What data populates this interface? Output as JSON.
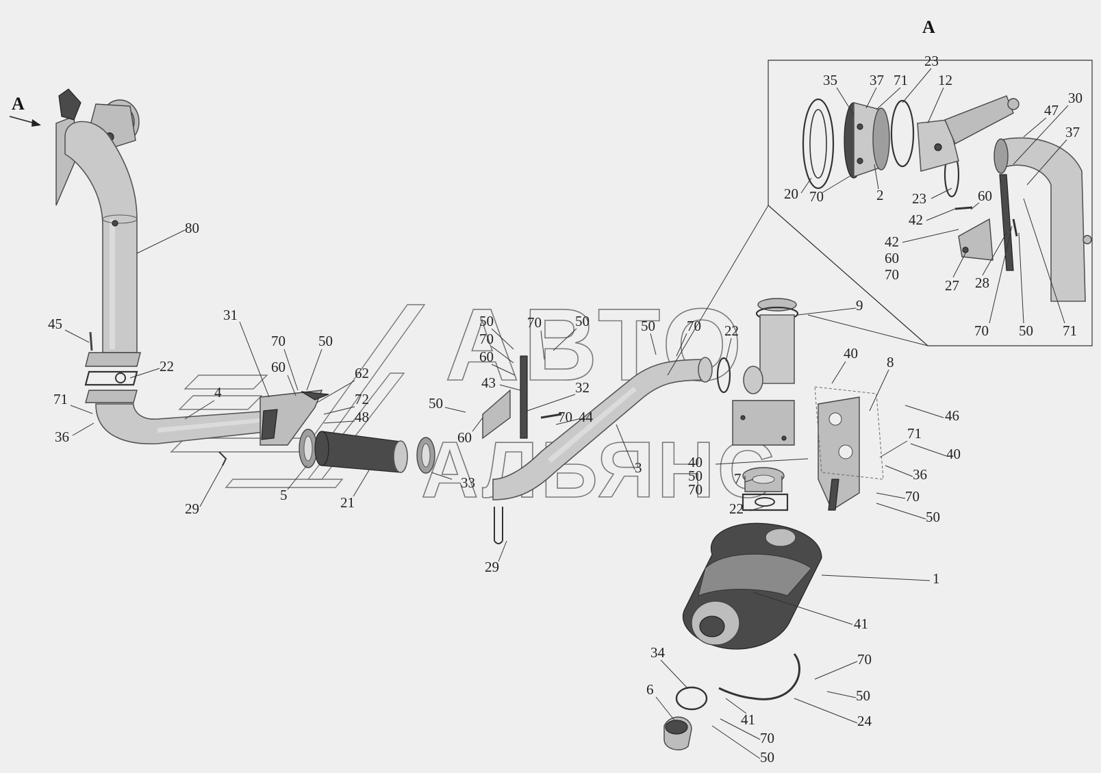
{
  "view_label": "А",
  "inset_title": "А",
  "watermark": {
    "line1": "АВТО",
    "line2": "АЛЬЯНС"
  },
  "labels": {
    "l80": "80",
    "l45": "45",
    "l22a": "22",
    "l71a": "71",
    "l36a": "36",
    "l31": "31",
    "l4": "4",
    "l70a": "70",
    "l50a": "50",
    "l60a": "60",
    "l62": "62",
    "l72": "72",
    "l48": "48",
    "l29a": "29",
    "l5": "5",
    "l21": "21",
    "l50b": "50",
    "l70b": "70",
    "l60b": "60",
    "l43": "43",
    "l50c": "50",
    "l60c": "60",
    "l33": "33",
    "l70c": "70",
    "l50d": "50",
    "l32": "32",
    "l70d": "70",
    "l44": "44",
    "l29b": "29",
    "l50e": "50",
    "l70e": "70",
    "l22b": "22",
    "l9": "9",
    "l3": "3",
    "l40a": "40",
    "l8": "8",
    "l46": "46",
    "l71b": "71",
    "l40b": "40",
    "l40c": "40",
    "l50f": "50",
    "l70f": "70",
    "l7": "7",
    "l36b": "36",
    "l70g": "70",
    "l50g": "50",
    "l22c": "22",
    "l1": "1",
    "l41a": "41",
    "l34": "34",
    "l70h": "70",
    "l50h": "50",
    "l6": "6",
    "l41b": "41",
    "l24": "24",
    "l70i": "70",
    "l50i": "50",
    "i35": "35",
    "i37a": "37",
    "i71a": "71",
    "i23a": "23",
    "i12": "12",
    "i47": "47",
    "i30": "30",
    "i37b": "37",
    "i20": "20",
    "i70a": "70",
    "i2": "2",
    "i23b": "23",
    "i60a": "60",
    "i42a": "42",
    "i42b": "42",
    "i60b": "60",
    "i70b": "70",
    "i27": "27",
    "i28": "28",
    "i70c": "70",
    "i50": "50",
    "i71b": "71"
  }
}
